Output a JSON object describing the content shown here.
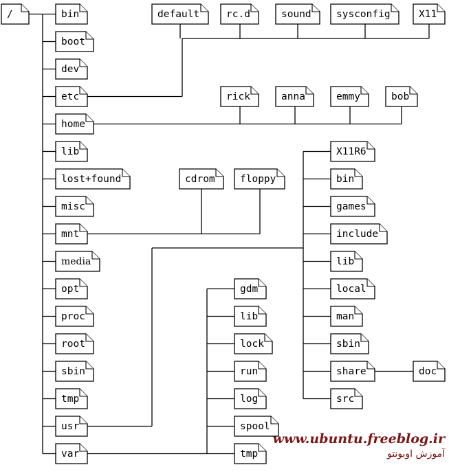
{
  "root": {
    "name": "/"
  },
  "top_level": [
    {
      "id": "bin",
      "name": "bin"
    },
    {
      "id": "boot",
      "name": "boot"
    },
    {
      "id": "dev",
      "name": "dev"
    },
    {
      "id": "etc",
      "name": "etc"
    },
    {
      "id": "home",
      "name": "home"
    },
    {
      "id": "lib",
      "name": "lib"
    },
    {
      "id": "lost-found",
      "name": "lost+found"
    },
    {
      "id": "misc",
      "name": "misc"
    },
    {
      "id": "mnt",
      "name": "mnt"
    },
    {
      "id": "media",
      "name": "media"
    },
    {
      "id": "opt",
      "name": "opt"
    },
    {
      "id": "proc",
      "name": "proc"
    },
    {
      "id": "root",
      "name": "root"
    },
    {
      "id": "sbin",
      "name": "sbin"
    },
    {
      "id": "tmp",
      "name": "tmp"
    },
    {
      "id": "usr",
      "name": "usr"
    },
    {
      "id": "var",
      "name": "var"
    }
  ],
  "etc_children": [
    "default",
    "rc.d",
    "sound",
    "sysconfig",
    "X11"
  ],
  "home_children": [
    "rick",
    "anna",
    "emmy",
    "bob"
  ],
  "mnt_children": [
    "cdrom",
    "floppy"
  ],
  "usr_children": [
    "X11R6",
    "bin",
    "games",
    "include",
    "lib",
    "local",
    "man",
    "sbin",
    "share",
    "src"
  ],
  "share_children": [
    "doc"
  ],
  "var_children": [
    "gdm",
    "lib",
    "lock",
    "run",
    "log",
    "spool",
    "tmp"
  ],
  "watermark": {
    "url": "www.ubuntu.freeblog.ir",
    "caption": "آموزش اوبونتو"
  }
}
